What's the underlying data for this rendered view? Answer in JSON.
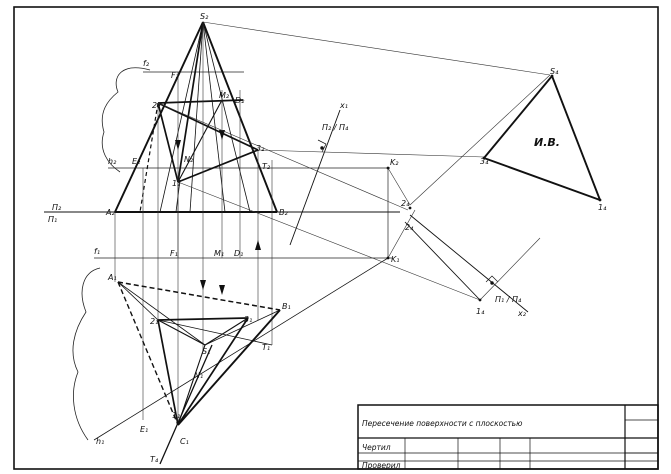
{
  "title_block": {
    "title": "Пересечение поверхности с плоскостью",
    "row_drawn": "Чертил",
    "row_checked": "Проверил"
  },
  "view_labels": {
    "true_view": "И.В."
  },
  "axis_labels": {
    "pi2": "П₂",
    "pi1": "П₁",
    "pi4": "П₄",
    "x1": "x₁",
    "x2": "x₂",
    "pi2_pi4": "П₂ / П₄",
    "pi1_pi4": "П₁ / П₄"
  },
  "point_labels": {
    "S2": "S₂",
    "F2": "F₂",
    "f2": "f₂",
    "M2": "M₂",
    "D2": "D₂",
    "two2": "2₂",
    "N2": "N₂",
    "three2": "3₂",
    "T2": "T₂",
    "E2": "E₂",
    "h2": "h₂",
    "one2": "1₂",
    "K2": "K₂",
    "A2": "A₂",
    "B2": "B₂",
    "f1": "f₁",
    "F1": "F₁",
    "M1": "M₁",
    "D1": "D₁",
    "K1": "K₁",
    "A1": "A₁",
    "B1": "B₁",
    "two1": "2₁",
    "three1": "3₁",
    "T1": "T₁",
    "S1": "S₁",
    "N1": "N₁",
    "one1": "1₁",
    "E1": "E₁",
    "C1": "C₁",
    "h1": "h₁",
    "S4": "S₄",
    "three4": "3₄",
    "one4": "1₄",
    "two4": "2₄",
    "T4": "T₄",
    "two4b": "2₄",
    "one4b": "1₄"
  }
}
